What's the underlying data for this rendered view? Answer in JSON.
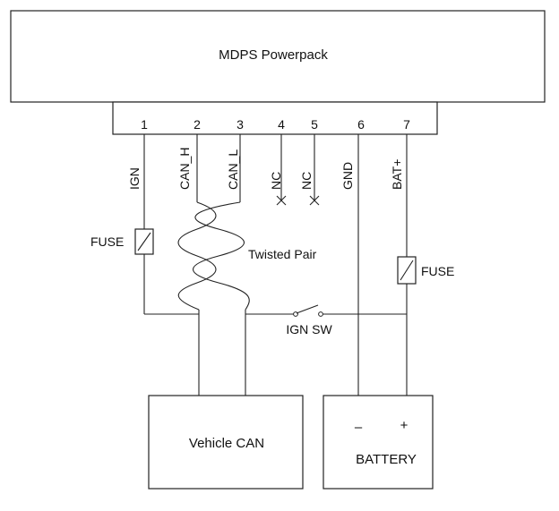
{
  "powerpack": {
    "title": "MDPS Powerpack"
  },
  "pins": [
    {
      "number": "1",
      "signal": "IGN"
    },
    {
      "number": "2",
      "signal": "CAN_H"
    },
    {
      "number": "3",
      "signal": "CAN_L"
    },
    {
      "number": "4",
      "signal": "NC"
    },
    {
      "number": "5",
      "signal": "NC"
    },
    {
      "number": "6",
      "signal": "GND"
    },
    {
      "number": "7",
      "signal": "BAT+"
    }
  ],
  "labels": {
    "fuse_left": "FUSE",
    "fuse_right": "FUSE",
    "twisted_pair": "Twisted Pair",
    "ign_switch": "IGN SW"
  },
  "vehicle_can": {
    "label": "Vehicle CAN"
  },
  "battery": {
    "label": "BATTERY",
    "minus": "–",
    "plus": "+"
  }
}
